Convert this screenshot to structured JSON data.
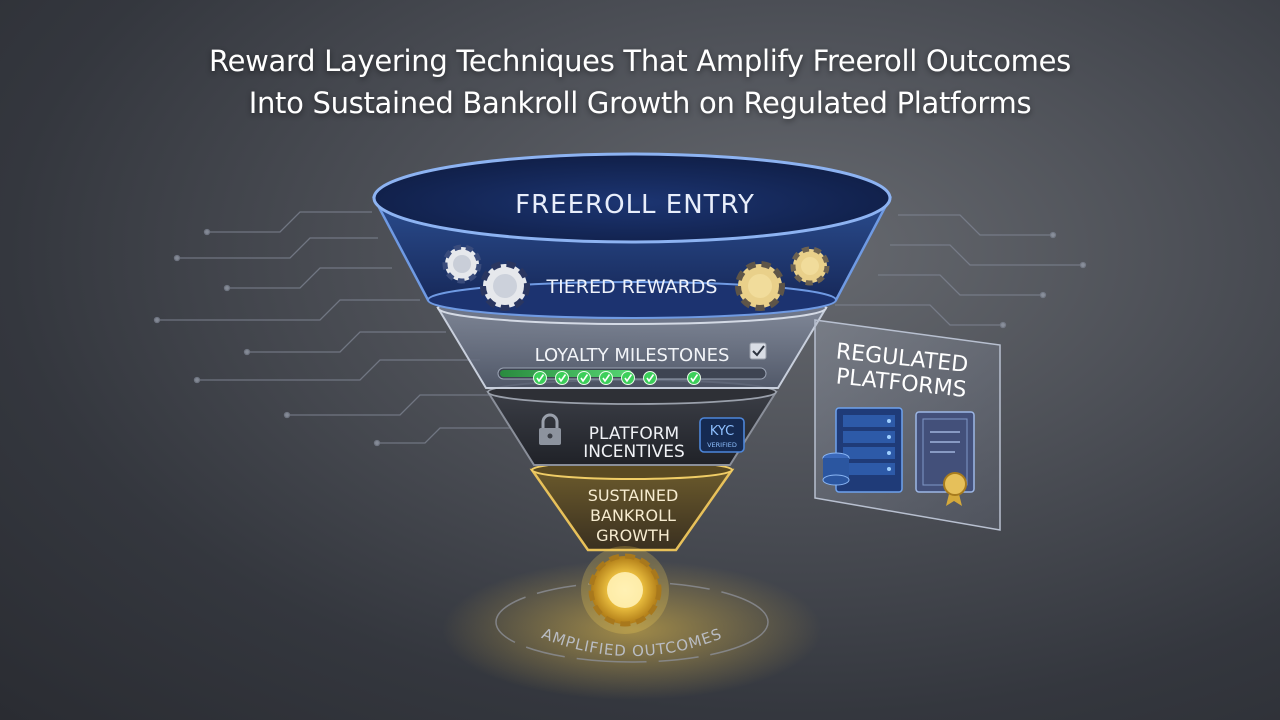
{
  "title": {
    "line1": "Reward Layering Techniques That Amplify Freeroll Outcomes",
    "line2": "Into Sustained Bankroll Growth on Regulated Platforms"
  },
  "funnel": {
    "layers": [
      {
        "label": "FREEROLL ENTRY"
      },
      {
        "label": "TIERED REWARDS"
      },
      {
        "label": "LOYALTY MILESTONES",
        "progress": 0.5
      },
      {
        "label_line1": "PLATFORM",
        "label_line2": "INCENTIVES",
        "badge_line1": "KYC",
        "badge_line2": "VERIFIED"
      },
      {
        "label_line1": "SUSTAINED",
        "label_line2": "BANKROLL",
        "label_line3": "GROWTH"
      }
    ],
    "outcome_label": "AMPLIFIED OUTCOMES"
  },
  "side_panel": {
    "line1": "REGULATED",
    "line2": "PLATFORMS"
  },
  "colors": {
    "blue_accent": "#5c8fe0",
    "gold_accent": "#e8c15a",
    "green_check": "#3ccf5a"
  }
}
